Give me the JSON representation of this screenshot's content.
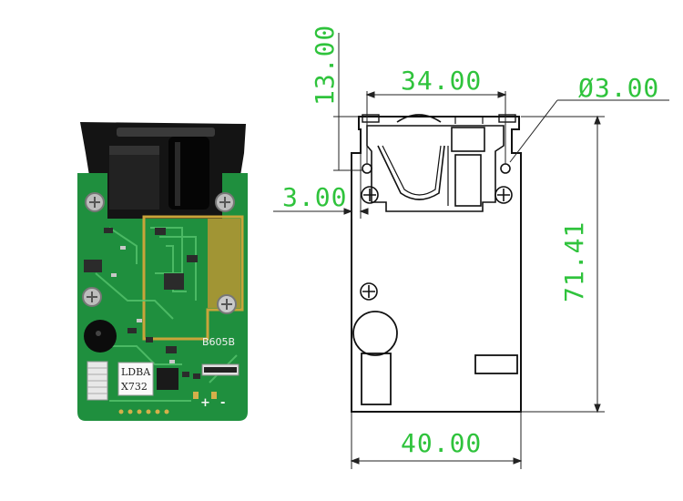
{
  "photo": {
    "board_label": "B605B",
    "chip_line1": "LDBA",
    "chip_line2": "X732",
    "plus_mark": "+",
    "minus_mark": "-"
  },
  "drawing": {
    "dims": {
      "top_offset": "13.00",
      "hole_spacing": "34.00",
      "hole_diameter": "Ø3.00",
      "side_offset": "3.00",
      "height": "71.41",
      "width": "40.00"
    }
  },
  "colors": {
    "dimension_text": "#2fc33c",
    "pcb_green": "#1f8f3e",
    "gold_pad": "#c9a43a",
    "housing_black": "#1a1a1a",
    "outline": "#111111"
  }
}
